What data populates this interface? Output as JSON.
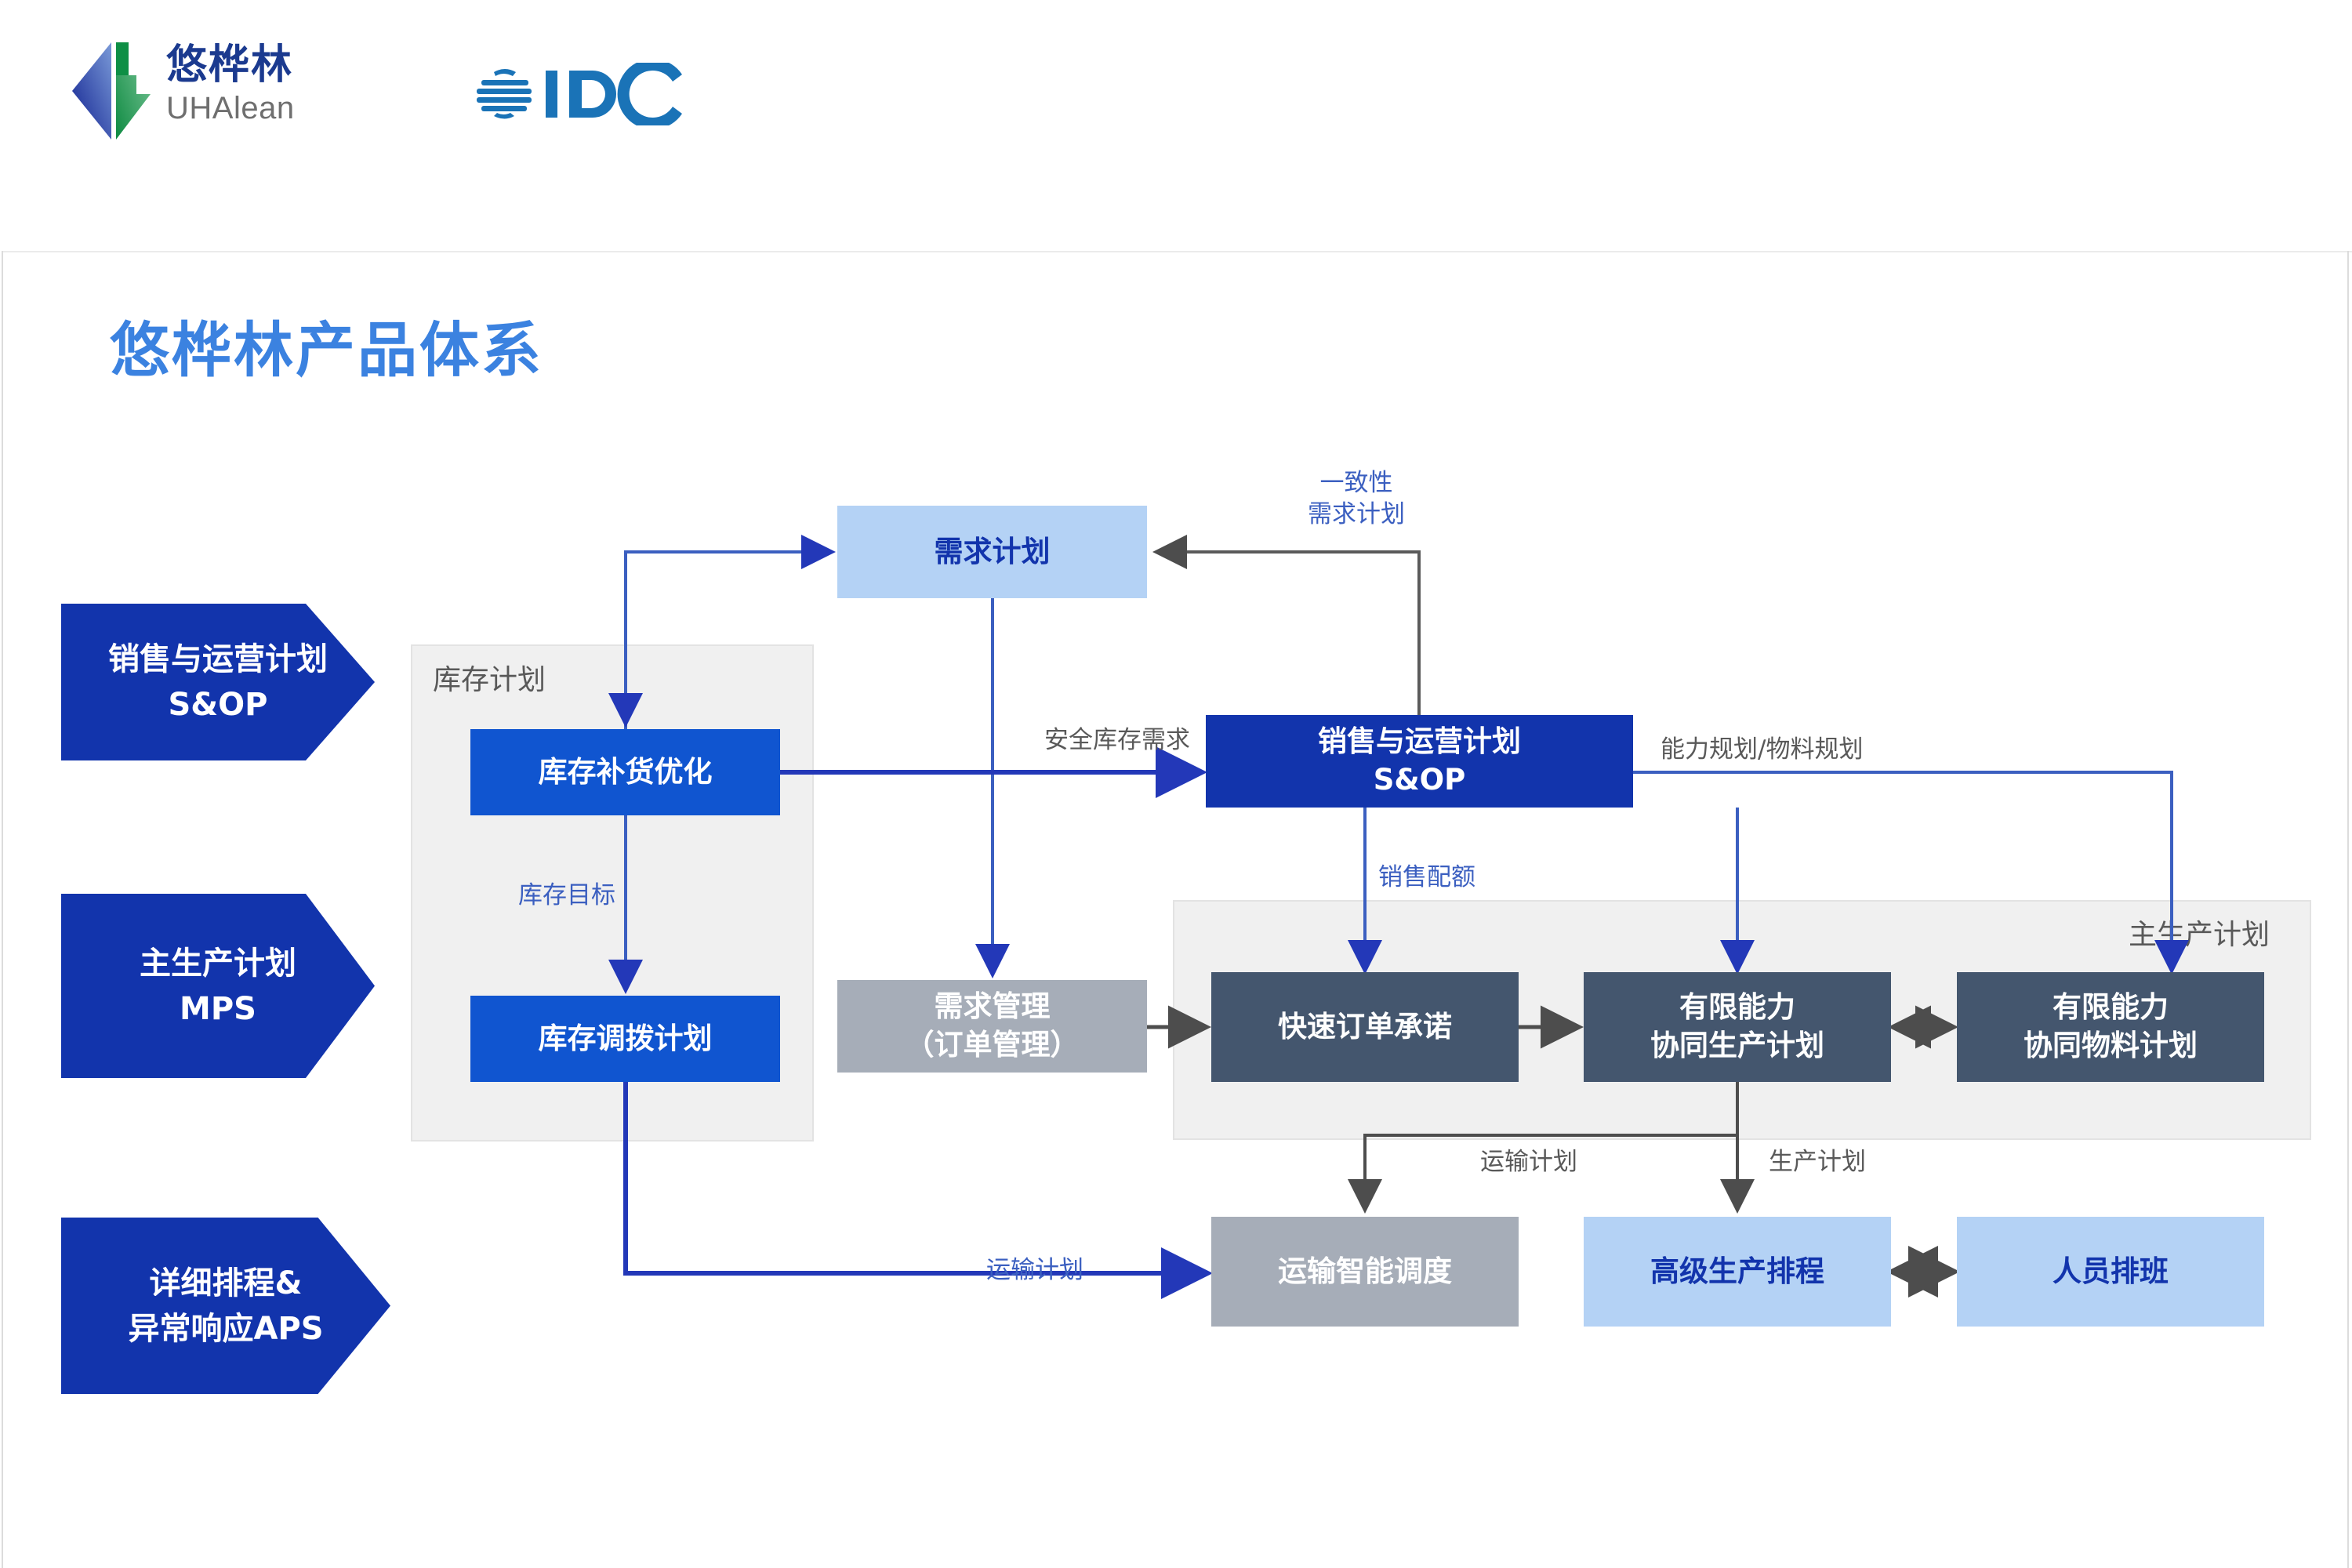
{
  "header": {
    "brand_cn": "悠桦林",
    "brand_en": "UHAlean",
    "partner_logo": "IDC",
    "brand_blue": "#1b3a8f",
    "brand_green": "#0f9b4a",
    "idc_blue": "#1a73b7"
  },
  "page": {
    "title": "悠桦林产品体系",
    "title_color": "#3b82e0"
  },
  "stages": [
    {
      "name": "sop",
      "line1": "销售与运营计划",
      "line2": "S&OP"
    },
    {
      "name": "mps",
      "line1": "主生产计划",
      "line2": "MPS"
    },
    {
      "name": "aps",
      "line1": "详细排程&",
      "line2": "异常响应APS"
    }
  ],
  "groups": [
    {
      "name": "inventory-planning",
      "label": "库存计划"
    },
    {
      "name": "master-production-schedule",
      "label": "主生产计划"
    }
  ],
  "boxes": {
    "replenishment": "库存补货优化",
    "transfer": "库存调拨计划",
    "demand_plan": "需求计划",
    "sop": "销售与运营计划\nS&OP",
    "demand_management": "需求管理\n（订单管理）",
    "order_quote": "快速订单承诺",
    "capacity_production": "有限能力\n协同生产计划",
    "capacity_material": "有限能力\n协同物料计划",
    "transport_dispatch": "运输智能调度",
    "advanced_scheduling": "高级生产排程",
    "staff_shift": "人员排班"
  },
  "edge_labels": {
    "consistency_demand_plan": "一致性\n需求计划",
    "safety_stock_demand": "安全库存需求",
    "inventory_target": "库存目标",
    "sales_quota": "销售配额",
    "capacity_material_planning": "能力规划/物料规划",
    "transport_plan_top": "运输计划",
    "production_plan": "生产计划",
    "transport_plan_left": "运输计划"
  },
  "colors": {
    "deep_blue": "#1234ac",
    "bright_blue": "#1055d0",
    "light_blue": "#b4d2f5",
    "slate": "#44566e",
    "gray": "#a6adb8",
    "group_bg": "#f0f0f0",
    "connector_blue": "#3b5fc0",
    "connector_gray": "#595959"
  }
}
